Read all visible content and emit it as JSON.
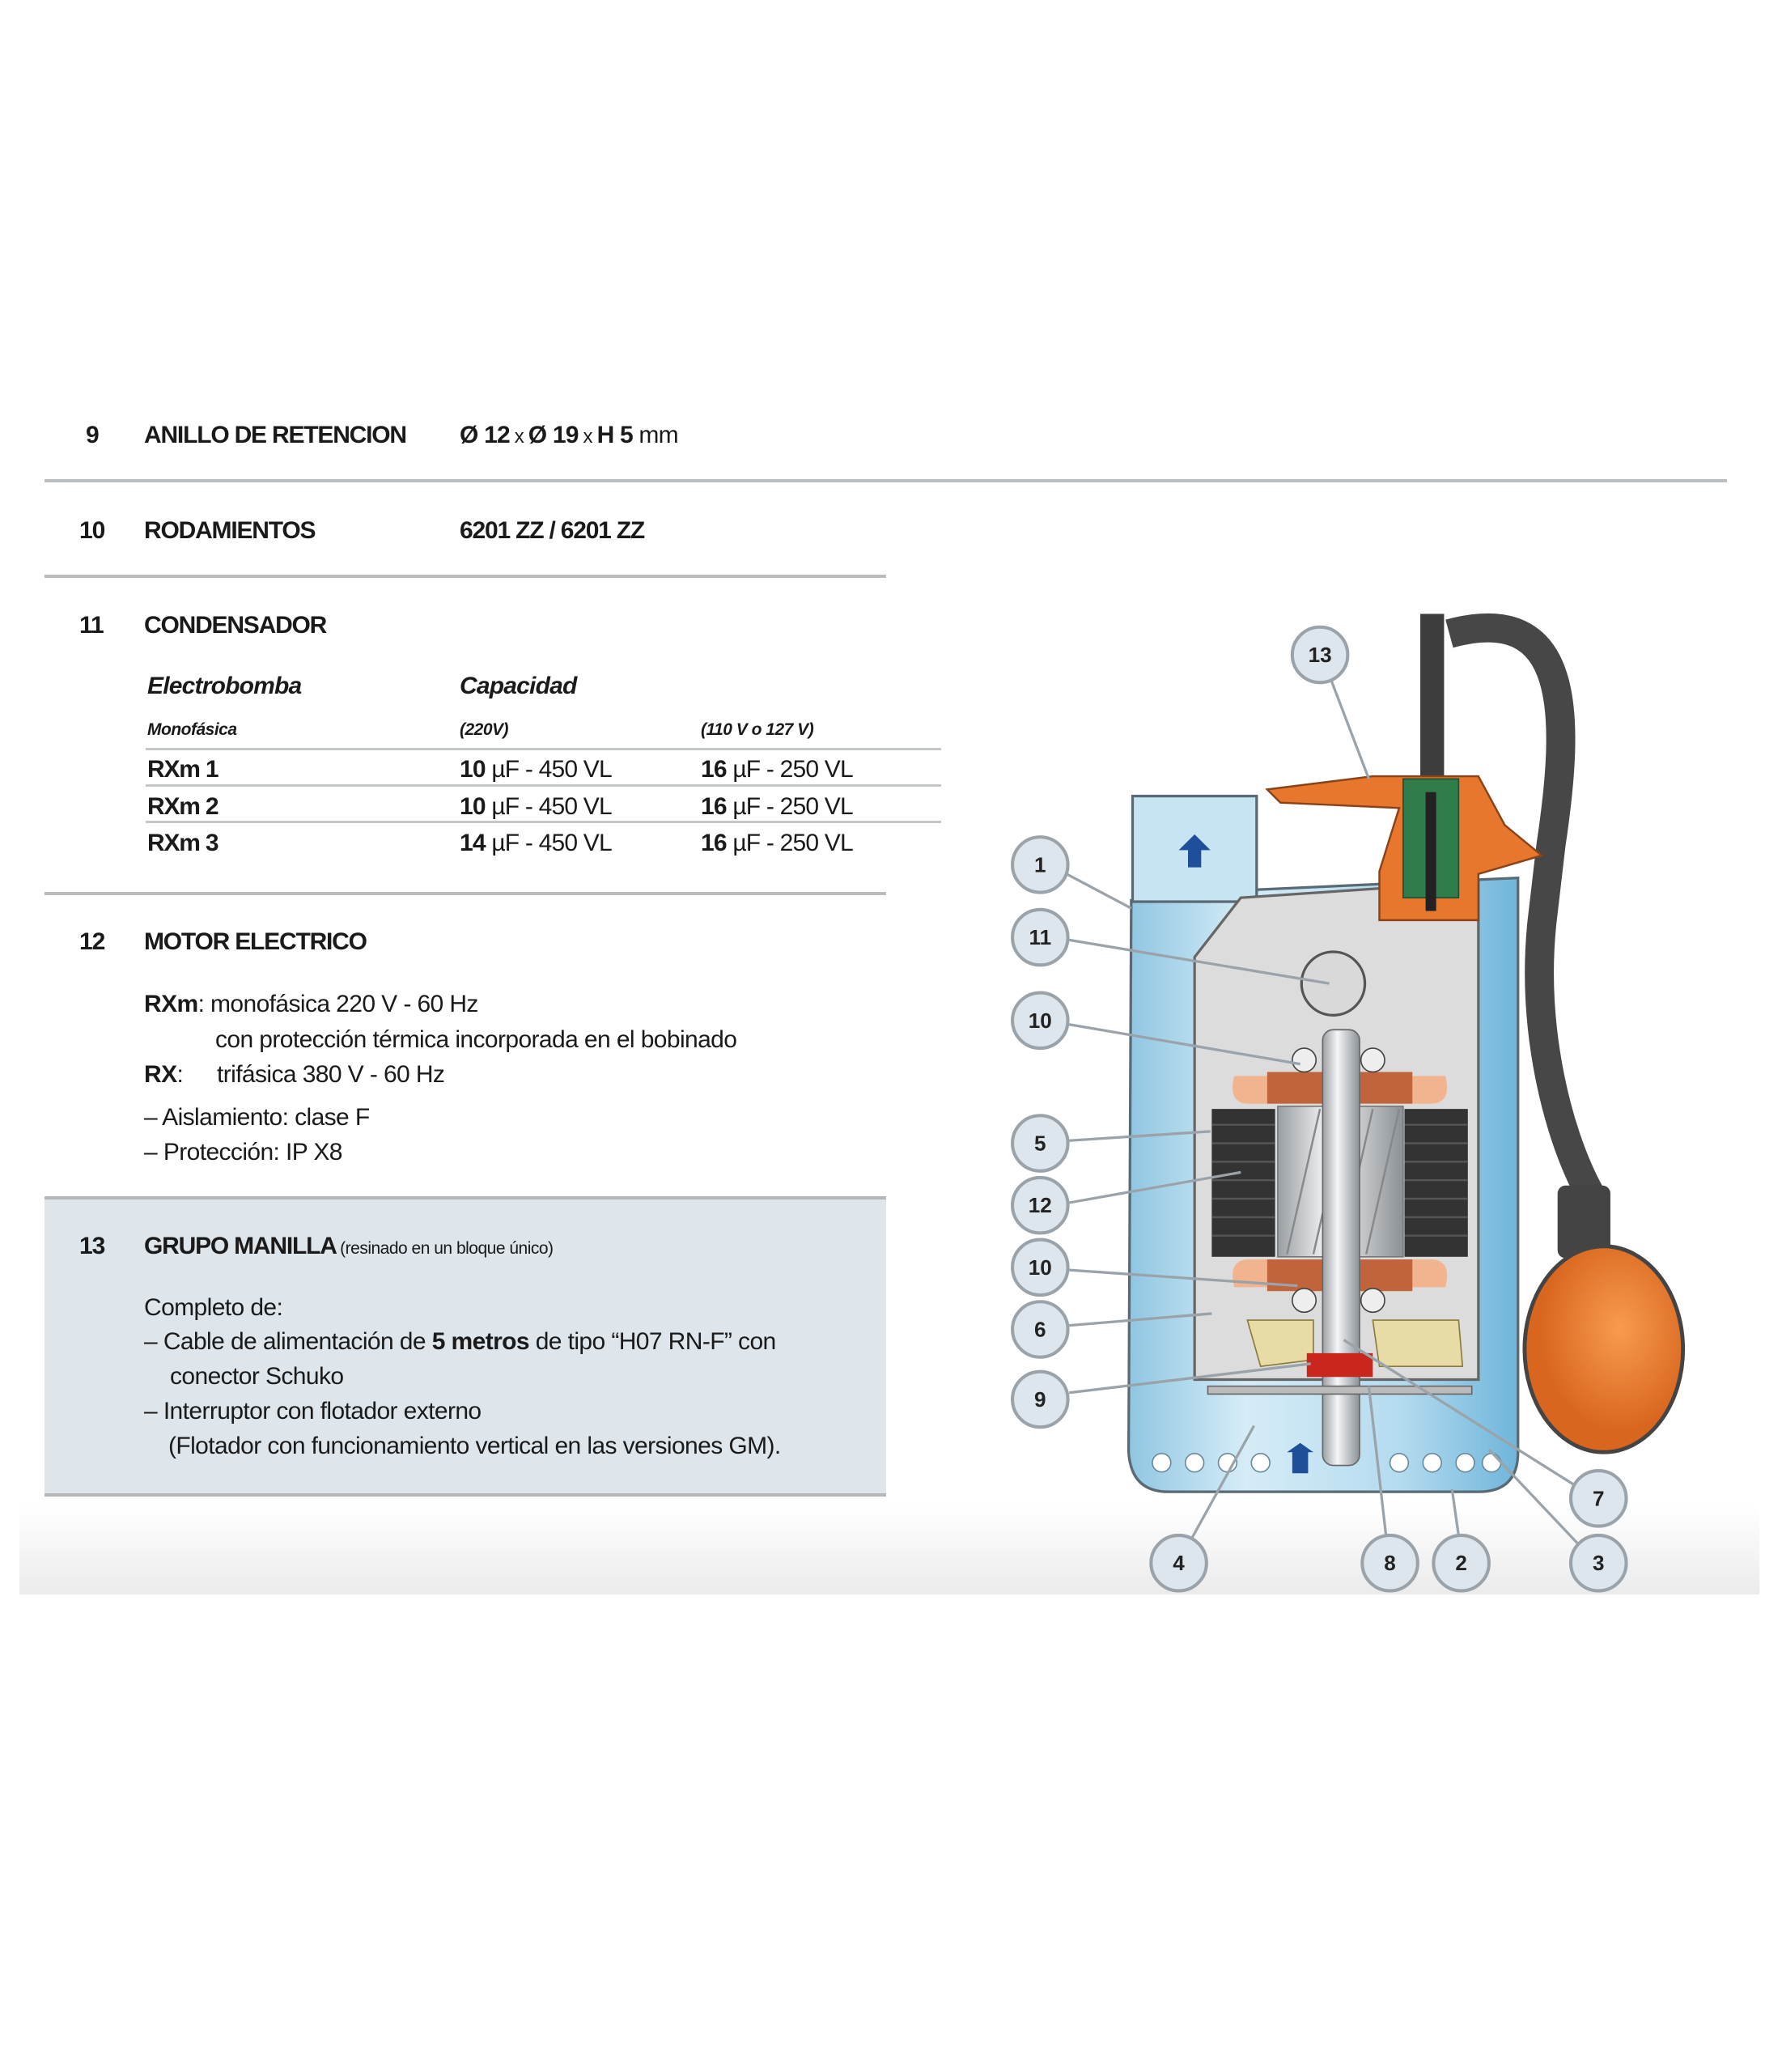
{
  "items": {
    "i9": {
      "num": "9",
      "label": "ANILLO DE RETENCION",
      "value_parts": [
        "Ø 12",
        " x ",
        "Ø 19",
        " x ",
        "H 5",
        " mm"
      ]
    },
    "i10": {
      "num": "10",
      "label": "RODAMIENTOS",
      "value": "6201 ZZ / 6201 ZZ"
    },
    "i11": {
      "num": "11",
      "label": "CONDENSADOR",
      "table": {
        "col1_header": "Electrobomba",
        "col2_header": "Capacidad",
        "col1_sub": "Monofásica",
        "col2_sub": "(220V)",
        "col3_sub": "(110 V o 127 V)",
        "rows": [
          {
            "model": "RXm 1",
            "c220_num": "10",
            "c220_unit": " µF - 450 VL",
            "c110_num": "16",
            "c110_unit": " µF - 250 VL"
          },
          {
            "model": "RXm 2",
            "c220_num": "10",
            "c220_unit": " µF - 450 VL",
            "c110_num": "16",
            "c110_unit": " µF - 250 VL"
          },
          {
            "model": "RXm 3",
            "c220_num": "14",
            "c220_unit": " µF - 450 VL",
            "c110_num": "16",
            "c110_unit": " µF - 250 VL"
          }
        ]
      }
    },
    "i12": {
      "num": "12",
      "label": "MOTOR ELECTRICO",
      "rxm_label": "RXm",
      "rxm_text": ": monofásica 220 V - 60 Hz",
      "rxm_text2": "con protección térmica incorporada en el bobinado",
      "rx_label": "RX",
      "rx_colon": ":",
      "rx_text": "trifásica 380 V - 60 Hz",
      "bullets": [
        "– Aislamiento: clase F",
        "– Protección: IP X8"
      ]
    },
    "i13": {
      "num": "13",
      "label": "GRUPO MANILLA",
      "label_note": "(resinado en un bloque único)",
      "intro": "Completo de:",
      "line1_a": "– Cable de alimentación de ",
      "line1_b": "5 metros",
      "line1_c": " de tipo “H07 RN-F” con",
      "line2": "conector Schuko",
      "line3": "– Interruptor con flotador externo",
      "line4": "(Flotador con funcionamiento vertical en las versiones GM)."
    }
  },
  "diagram": {
    "callouts": {
      "c13": "13",
      "c1": "1",
      "c11": "11",
      "c10a": "10",
      "c5": "5",
      "c12": "12",
      "c10b": "10",
      "c6": "6",
      "c9": "9",
      "c7": "7",
      "c4": "4",
      "c8": "8",
      "c2": "2",
      "c3": "3"
    },
    "colors": {
      "body": "#a9d4ea",
      "handle": "#e8772e",
      "float": "#ee7f2d",
      "cable": "#474747",
      "stator": "#333333",
      "arrow": "#1f4f9a"
    }
  }
}
